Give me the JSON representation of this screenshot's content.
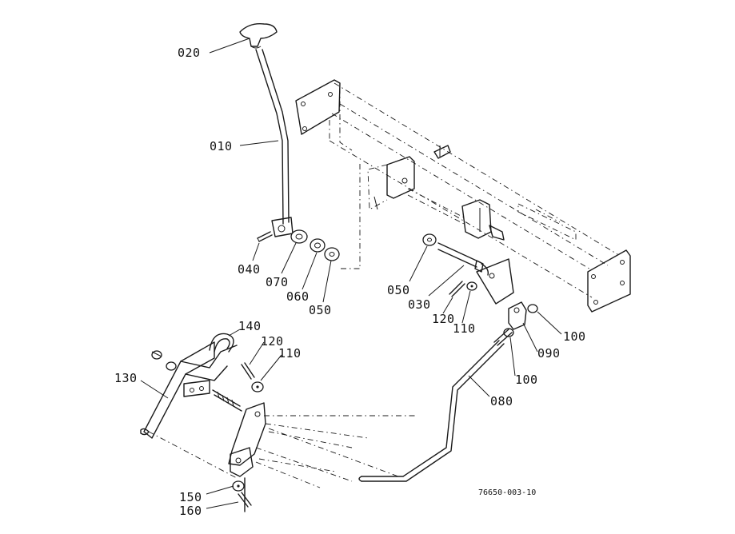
{
  "diagram": {
    "reference_code": "76650-003-10",
    "callouts": {
      "p020": "020",
      "p010": "010",
      "p040": "040",
      "p070": "070",
      "p060": "060",
      "p050a": "050",
      "p050b": "050",
      "p030": "030",
      "p120a": "120",
      "p110a": "110",
      "p100a": "100",
      "p090": "090",
      "p100b": "100",
      "p080": "080",
      "p140": "140",
      "p120b": "120",
      "p110b": "110",
      "p130": "130",
      "p150": "150",
      "p160": "160"
    }
  }
}
